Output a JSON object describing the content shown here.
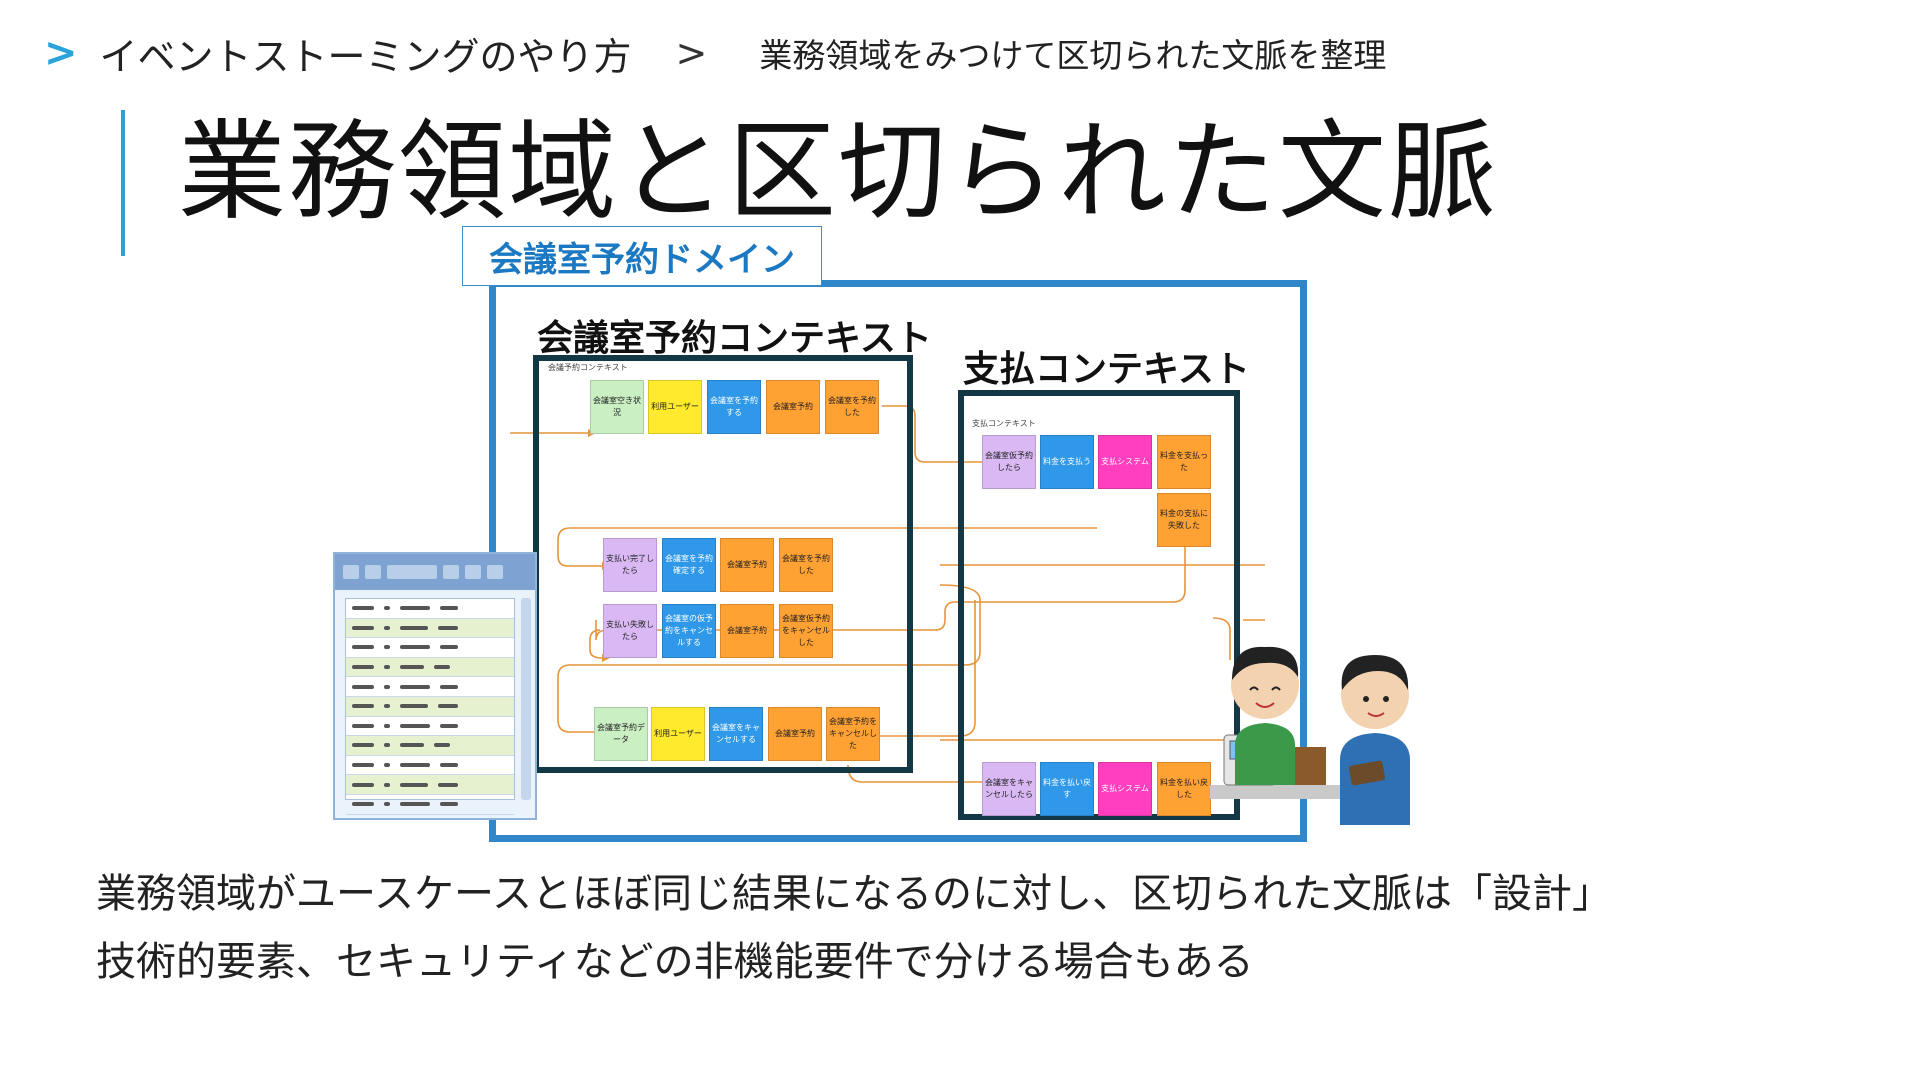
{
  "breadcrumb": {
    "chevron": ">",
    "section": "イベントストーミングのやり方",
    "separator": ">",
    "topic": "業務領域をみつけて区切られた文脈を整理"
  },
  "title": "業務領域と区切られた文脈",
  "diagram": {
    "domain_label": "会議室予約ドメイン",
    "context1_title": "会議室予約コンテキスト",
    "context1_small_label": "会議予約コンテキスト",
    "context2_title": "支払コンテキスト",
    "context2_small_label": "支払コンテキスト",
    "rows_context1": [
      [
        "会議室空き状況",
        "利用ユーザー",
        "会議室を予約する",
        "会議室予約",
        "会議室を予約した"
      ],
      [
        "支払い完了したら",
        "会議室を予約確定する",
        "会議室予約",
        "会議室を予約した"
      ],
      [
        "支払い失敗したら",
        "会議室の仮予約をキャンセルする",
        "会議室予約",
        "会議室仮予約をキャンセルした"
      ],
      [
        "会議室予約データ",
        "利用ユーザー",
        "会議室をキャンセルする",
        "会議室予約",
        "会議室予約をキャンセルした"
      ]
    ],
    "rows_context2": [
      [
        "会議室仮予約したら",
        "料金を支払う",
        "支払システム",
        "料金を支払った"
      ],
      [
        "料金の支払に失敗した"
      ],
      [
        "会議室をキャンセルしたら",
        "料金を払い戻す",
        "支払システム",
        "料金を払い戻した"
      ]
    ]
  },
  "description": {
    "line1": "業務領域がユースケースとほぼ同じ結果になるのに対し、区切られた文脈は「設計」",
    "line2": "技術的要素、セキュリティなどの非機能要件で分ける場合もある"
  },
  "colors": {
    "accent": "#29a3d9",
    "domain_border": "#2f86c8",
    "context_border": "#123846",
    "flow_line": "#e8943a"
  }
}
